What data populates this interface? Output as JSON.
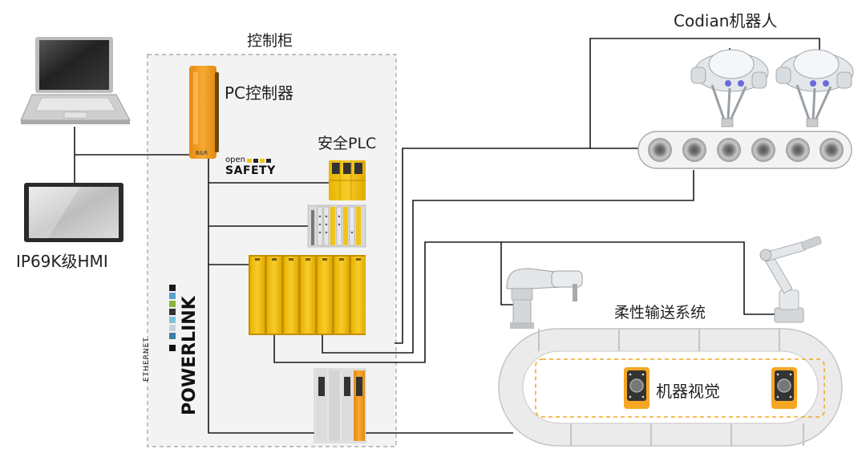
{
  "labels": {
    "cabinet": "控制柜",
    "pc_controller": "PC控制器",
    "safety_plc": "安全PLC",
    "hmi": "IP69K级HMI",
    "robot": "Codian机器人",
    "flex_conveyor": "柔性输送系统",
    "machine_vision": "机器视觉",
    "open_safety_small": "open",
    "open_safety_big": "SAFETY",
    "ethernet": "ETHERNET",
    "powerlink": "POWERLINK"
  },
  "colors": {
    "accent_orange": "#f5a623",
    "safety_yellow": "#f0c419",
    "line": "#1a1a1a",
    "cabinet_border": "#9e9e9e",
    "device_gray": "#cfd2d4"
  }
}
